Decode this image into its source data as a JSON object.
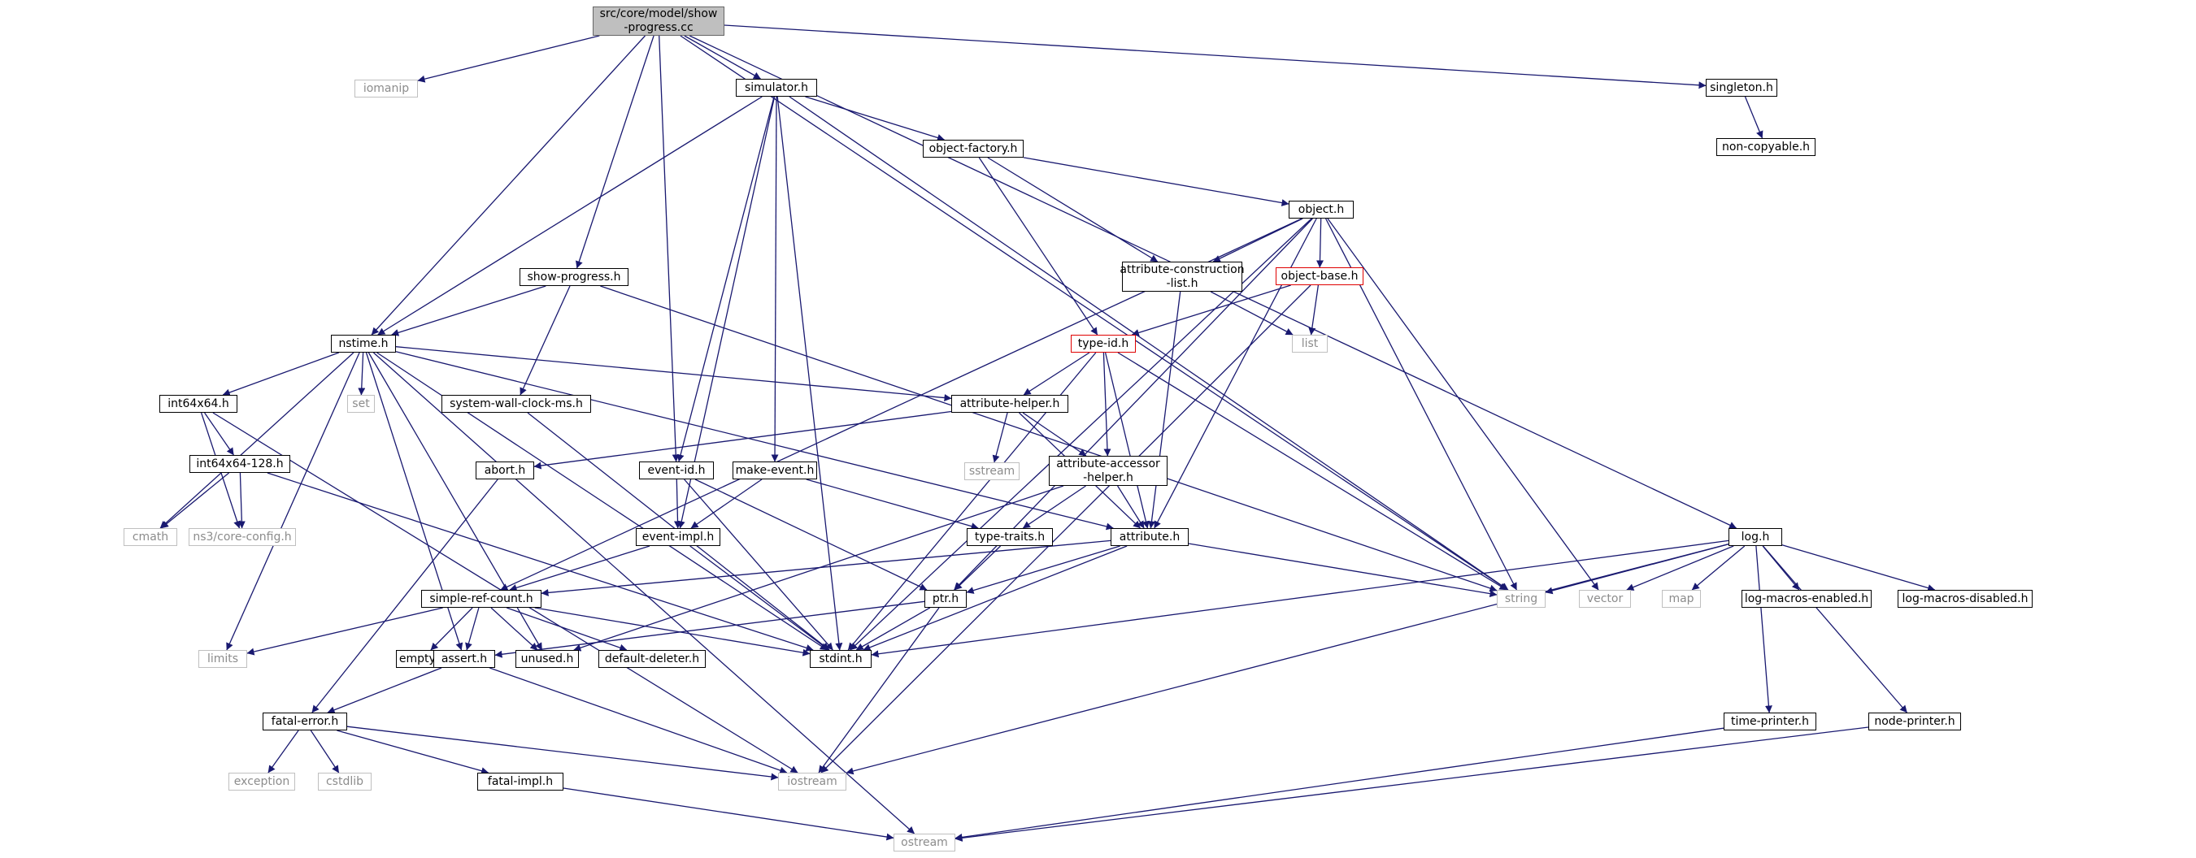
{
  "colors": {
    "edge": "#191970",
    "root_fill": "#bfbfbf",
    "black_border": "#000000",
    "gray_border": "#bfbfbf",
    "gray_text": "#8c8c8c",
    "red_border": "#e00000"
  },
  "nodes": [
    {
      "id": "root",
      "label": "src/core/model/show\n-progress.cc",
      "style": "root"
    },
    {
      "id": "iomanip",
      "label": "iomanip",
      "style": "gray"
    },
    {
      "id": "simulator",
      "label": "simulator.h",
      "style": "black"
    },
    {
      "id": "singleton",
      "label": "singleton.h",
      "style": "black"
    },
    {
      "id": "noncopyable",
      "label": "non-copyable.h",
      "style": "black"
    },
    {
      "id": "objectfactory",
      "label": "object-factory.h",
      "style": "black"
    },
    {
      "id": "object",
      "label": "object.h",
      "style": "black"
    },
    {
      "id": "showprogress",
      "label": "show-progress.h",
      "style": "black"
    },
    {
      "id": "attrconst",
      "label": "attribute-construction\n-list.h",
      "style": "black"
    },
    {
      "id": "objectbase",
      "label": "object-base.h",
      "style": "red"
    },
    {
      "id": "nstime",
      "label": "nstime.h",
      "style": "black"
    },
    {
      "id": "typeid",
      "label": "type-id.h",
      "style": "red"
    },
    {
      "id": "list",
      "label": "list",
      "style": "gray"
    },
    {
      "id": "set",
      "label": "set",
      "style": "gray"
    },
    {
      "id": "int64x64",
      "label": "int64x64.h",
      "style": "black"
    },
    {
      "id": "syswall",
      "label": "system-wall-clock-ms.h",
      "style": "black"
    },
    {
      "id": "attrhelper",
      "label": "attribute-helper.h",
      "style": "black"
    },
    {
      "id": "int128",
      "label": "int64x64-128.h",
      "style": "black"
    },
    {
      "id": "sstream",
      "label": "sstream",
      "style": "gray"
    },
    {
      "id": "abort",
      "label": "abort.h",
      "style": "black"
    },
    {
      "id": "eventid",
      "label": "event-id.h",
      "style": "black"
    },
    {
      "id": "makeevent",
      "label": "make-event.h",
      "style": "black"
    },
    {
      "id": "attraccessor",
      "label": "attribute-accessor\n-helper.h",
      "style": "black"
    },
    {
      "id": "cmath",
      "label": "cmath",
      "style": "gray"
    },
    {
      "id": "coreconfig",
      "label": "ns3/core-config.h",
      "style": "gray"
    },
    {
      "id": "eventimpl",
      "label": "event-impl.h",
      "style": "black"
    },
    {
      "id": "typetraits",
      "label": "type-traits.h",
      "style": "black"
    },
    {
      "id": "attribute",
      "label": "attribute.h",
      "style": "black"
    },
    {
      "id": "log",
      "label": "log.h",
      "style": "black"
    },
    {
      "id": "simplerefcount",
      "label": "simple-ref-count.h",
      "style": "black"
    },
    {
      "id": "ptr",
      "label": "ptr.h",
      "style": "black"
    },
    {
      "id": "string",
      "label": "string",
      "style": "gray"
    },
    {
      "id": "vector",
      "label": "vector",
      "style": "gray"
    },
    {
      "id": "map",
      "label": "map",
      "style": "gray"
    },
    {
      "id": "logenabled",
      "label": "log-macros-enabled.h",
      "style": "black"
    },
    {
      "id": "logdisabled",
      "label": "log-macros-disabled.h",
      "style": "black"
    },
    {
      "id": "limits",
      "label": "limits",
      "style": "gray"
    },
    {
      "id": "empty",
      "label": "empty.h",
      "style": "black"
    },
    {
      "id": "assert",
      "label": "assert.h",
      "style": "black"
    },
    {
      "id": "unused",
      "label": "unused.h",
      "style": "black"
    },
    {
      "id": "defaultdeleter",
      "label": "default-deleter.h",
      "style": "black"
    },
    {
      "id": "stdint",
      "label": "stdint.h",
      "style": "black"
    },
    {
      "id": "fatalerror",
      "label": "fatal-error.h",
      "style": "black"
    },
    {
      "id": "timeprinter",
      "label": "time-printer.h",
      "style": "black"
    },
    {
      "id": "nodeprinter",
      "label": "node-printer.h",
      "style": "black"
    },
    {
      "id": "exception",
      "label": "exception",
      "style": "gray"
    },
    {
      "id": "cstdlib",
      "label": "cstdlib",
      "style": "gray"
    },
    {
      "id": "fatalimpl",
      "label": "fatal-impl.h",
      "style": "black"
    },
    {
      "id": "iostream",
      "label": "iostream",
      "style": "gray"
    },
    {
      "id": "ostream",
      "label": "ostream",
      "style": "gray"
    }
  ],
  "edges": [
    [
      "root",
      "iomanip"
    ],
    [
      "root",
      "simulator"
    ],
    [
      "root",
      "singleton"
    ],
    [
      "root",
      "log"
    ],
    [
      "root",
      "nstime"
    ],
    [
      "root",
      "showprogress"
    ],
    [
      "root",
      "eventid"
    ],
    [
      "root",
      "string"
    ],
    [
      "singleton",
      "noncopyable"
    ],
    [
      "simulator",
      "objectfactory"
    ],
    [
      "simulator",
      "nstime"
    ],
    [
      "simulator",
      "eventid"
    ],
    [
      "simulator",
      "eventimpl"
    ],
    [
      "simulator",
      "makeevent"
    ],
    [
      "simulator",
      "stdint"
    ],
    [
      "simulator",
      "string"
    ],
    [
      "objectfactory",
      "object"
    ],
    [
      "objectfactory",
      "attrconst"
    ],
    [
      "objectfactory",
      "typeid"
    ],
    [
      "object",
      "attrconst"
    ],
    [
      "object",
      "objectbase"
    ],
    [
      "object",
      "simplerefcount"
    ],
    [
      "object",
      "stdint"
    ],
    [
      "object",
      "attribute"
    ],
    [
      "object",
      "ptr"
    ],
    [
      "object",
      "string"
    ],
    [
      "object",
      "vector"
    ],
    [
      "attrconst",
      "list"
    ],
    [
      "attrconst",
      "attribute"
    ],
    [
      "objectbase",
      "list"
    ],
    [
      "objectbase",
      "typeid"
    ],
    [
      "objectbase",
      "iostream"
    ],
    [
      "showprogress",
      "nstime"
    ],
    [
      "showprogress",
      "syswall"
    ],
    [
      "showprogress",
      "string"
    ],
    [
      "nstime",
      "set"
    ],
    [
      "nstime",
      "int64x64"
    ],
    [
      "nstime",
      "attrhelper"
    ],
    [
      "nstime",
      "attribute"
    ],
    [
      "nstime",
      "cmath"
    ],
    [
      "nstime",
      "limits"
    ],
    [
      "nstime",
      "assert"
    ],
    [
      "nstime",
      "unused"
    ],
    [
      "nstime",
      "stdint"
    ],
    [
      "nstime",
      "ostream"
    ],
    [
      "typeid",
      "attrhelper"
    ],
    [
      "typeid",
      "attraccessor"
    ],
    [
      "typeid",
      "attribute"
    ],
    [
      "typeid",
      "stdint"
    ],
    [
      "typeid",
      "string"
    ],
    [
      "int64x64",
      "int128"
    ],
    [
      "int64x64",
      "coreconfig"
    ],
    [
      "int64x64",
      "iostream"
    ],
    [
      "int128",
      "cmath"
    ],
    [
      "int128",
      "coreconfig"
    ],
    [
      "int128",
      "stdint"
    ],
    [
      "syswall",
      "stdint"
    ],
    [
      "attrhelper",
      "abort"
    ],
    [
      "attrhelper",
      "sstream"
    ],
    [
      "attrhelper",
      "attraccessor"
    ],
    [
      "attrhelper",
      "attribute"
    ],
    [
      "abort",
      "fatalerror"
    ],
    [
      "eventid",
      "eventimpl"
    ],
    [
      "eventid",
      "ptr"
    ],
    [
      "eventid",
      "stdint"
    ],
    [
      "makeevent",
      "eventimpl"
    ],
    [
      "makeevent",
      "typetraits"
    ],
    [
      "attraccessor",
      "typetraits"
    ],
    [
      "attraccessor",
      "attribute"
    ],
    [
      "attraccessor",
      "unused"
    ],
    [
      "eventimpl",
      "simplerefcount"
    ],
    [
      "eventimpl",
      "stdint"
    ],
    [
      "typetraits",
      "ptr"
    ],
    [
      "attribute",
      "simplerefcount"
    ],
    [
      "attribute",
      "ptr"
    ],
    [
      "attribute",
      "string"
    ],
    [
      "attribute",
      "stdint"
    ],
    [
      "simplerefcount",
      "limits"
    ],
    [
      "simplerefcount",
      "empty"
    ],
    [
      "simplerefcount",
      "assert"
    ],
    [
      "simplerefcount",
      "unused"
    ],
    [
      "simplerefcount",
      "defaultdeleter"
    ],
    [
      "simplerefcount",
      "stdint"
    ],
    [
      "ptr",
      "assert"
    ],
    [
      "ptr",
      "stdint"
    ],
    [
      "ptr",
      "iostream"
    ],
    [
      "assert",
      "fatalerror"
    ],
    [
      "assert",
      "iostream"
    ],
    [
      "fatalerror",
      "exception"
    ],
    [
      "fatalerror",
      "cstdlib"
    ],
    [
      "fatalerror",
      "fatalimpl"
    ],
    [
      "fatalerror",
      "iostream"
    ],
    [
      "fatalimpl",
      "ostream"
    ],
    [
      "log",
      "string"
    ],
    [
      "log",
      "vector"
    ],
    [
      "log",
      "map"
    ],
    [
      "log",
      "logenabled"
    ],
    [
      "log",
      "logdisabled"
    ],
    [
      "log",
      "stdint"
    ],
    [
      "log",
      "iostream"
    ],
    [
      "log",
      "timeprinter"
    ],
    [
      "log",
      "nodeprinter"
    ],
    [
      "timeprinter",
      "ostream"
    ],
    [
      "nodeprinter",
      "ostream"
    ]
  ]
}
